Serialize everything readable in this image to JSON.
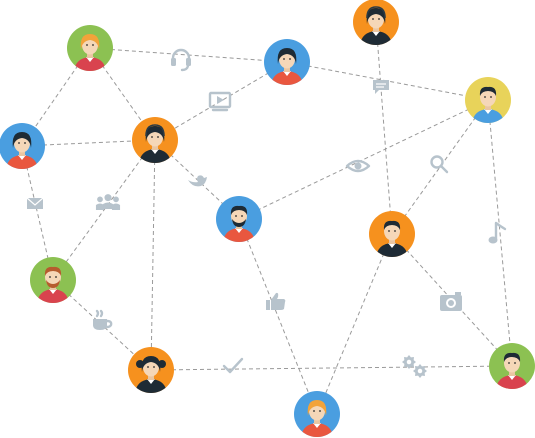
{
  "diagram": {
    "kind": "social-network",
    "colors": {
      "green": "#8cc152",
      "blue": "#4a9ee0",
      "orange": "#f6911e",
      "yellow": "#e8d35a",
      "edge": "#9a9a9a",
      "icon": "#b7c3cc",
      "skin": "#f5d7b8",
      "hair_dark": "#1e2b35"
    },
    "people": [
      {
        "id": "p1",
        "name": "woman-green",
        "color": "green"
      },
      {
        "id": "p2",
        "name": "woman-blue",
        "color": "blue"
      },
      {
        "id": "p3",
        "name": "woman-headband",
        "color": "orange"
      },
      {
        "id": "p4",
        "name": "man-yellow",
        "color": "yellow"
      },
      {
        "id": "p5",
        "name": "woman-blue-left",
        "color": "blue"
      },
      {
        "id": "p6",
        "name": "woman-headset",
        "color": "orange"
      },
      {
        "id": "p7",
        "name": "man-beard",
        "color": "blue"
      },
      {
        "id": "p8",
        "name": "man-orange",
        "color": "orange"
      },
      {
        "id": "p9",
        "name": "man-beard-green",
        "color": "green"
      },
      {
        "id": "p10",
        "name": "girl-pigtails",
        "color": "orange"
      },
      {
        "id": "p11",
        "name": "woman-blonde",
        "color": "blue"
      },
      {
        "id": "p12",
        "name": "man-green",
        "color": "green"
      }
    ],
    "edges": [
      [
        "p1",
        "p2"
      ],
      [
        "p1",
        "p5"
      ],
      [
        "p1",
        "p6"
      ],
      [
        "p2",
        "p6"
      ],
      [
        "p2",
        "p4"
      ],
      [
        "p3",
        "p8"
      ],
      [
        "p4",
        "p7"
      ],
      [
        "p4",
        "p8"
      ],
      [
        "p4",
        "p12"
      ],
      [
        "p5",
        "p6"
      ],
      [
        "p5",
        "p9"
      ],
      [
        "p6",
        "p9"
      ],
      [
        "p6",
        "p7"
      ],
      [
        "p6",
        "p10"
      ],
      [
        "p7",
        "p11"
      ],
      [
        "p8",
        "p11"
      ],
      [
        "p8",
        "p12"
      ],
      [
        "p10",
        "p12"
      ],
      [
        "p9",
        "p10"
      ]
    ],
    "icons": [
      {
        "name": "headset-icon"
      },
      {
        "name": "video-player-icon"
      },
      {
        "name": "chat-bubble-icon"
      },
      {
        "name": "eye-icon"
      },
      {
        "name": "magnifier-icon"
      },
      {
        "name": "bird-icon"
      },
      {
        "name": "envelope-icon"
      },
      {
        "name": "group-icon"
      },
      {
        "name": "music-note-icon"
      },
      {
        "name": "thumbs-up-icon"
      },
      {
        "name": "camera-icon"
      },
      {
        "name": "coffee-cup-icon"
      },
      {
        "name": "checkmark-icon"
      },
      {
        "name": "gears-icon"
      }
    ]
  }
}
